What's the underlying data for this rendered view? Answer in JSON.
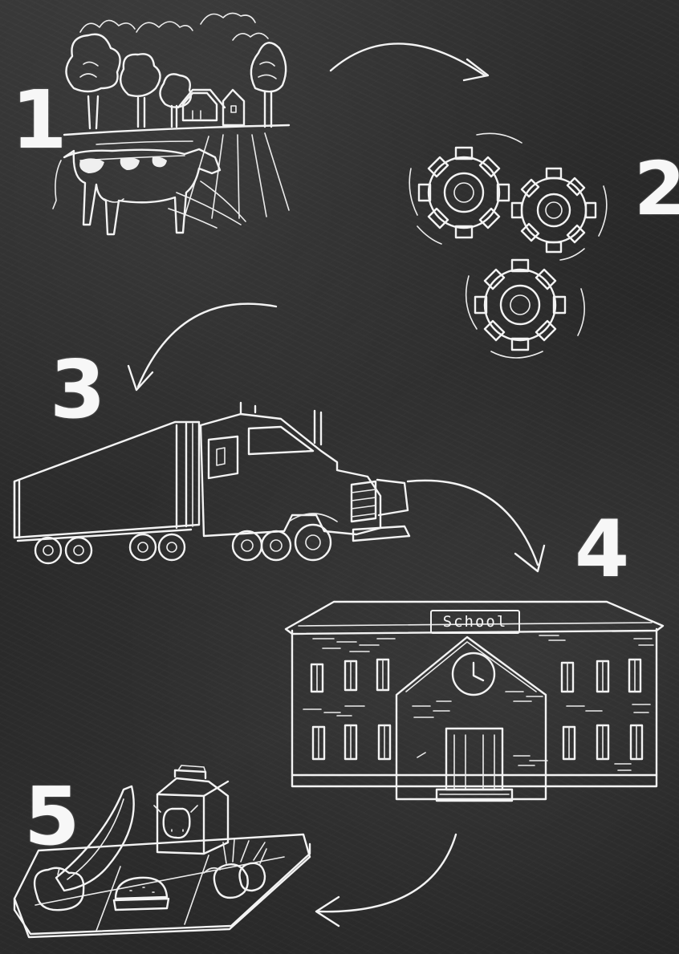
{
  "steps": [
    {
      "number": "1"
    },
    {
      "number": "2"
    },
    {
      "number": "3"
    },
    {
      "number": "4"
    },
    {
      "number": "5"
    }
  ],
  "school_sign": "School",
  "colors": {
    "board": "#2a2a2a",
    "chalk": "#f3f3f3"
  },
  "icons": [
    "farm-icon",
    "gears-icon",
    "truck-icon",
    "school-icon",
    "lunch-tray-icon",
    "curved-arrow-icon"
  ]
}
